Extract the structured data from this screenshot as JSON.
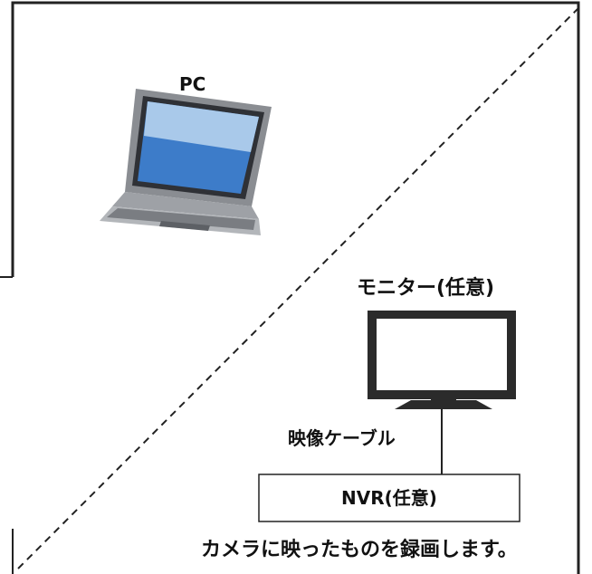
{
  "pc": {
    "label": "PC",
    "screen_color": "#3d7cc9",
    "body_color": "#b3b6ba"
  },
  "monitor": {
    "label": "モニター(任意)"
  },
  "cable": {
    "label": "映像ケーブル"
  },
  "nvr": {
    "label": "NVR(任意)"
  },
  "caption": "カメラに映ったものを録画します。",
  "colors": {
    "line": "#222222",
    "background": "#ffffff"
  }
}
